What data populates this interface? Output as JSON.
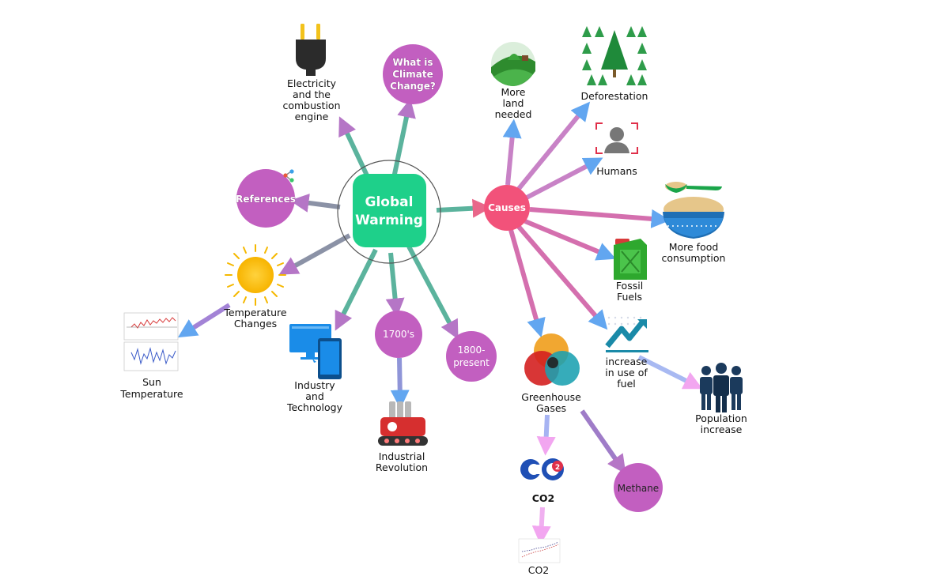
{
  "central": {
    "line1": "Global",
    "line2": "Warming"
  },
  "causes_hub": {
    "label": "Causes"
  },
  "nodes": {
    "what_is": {
      "line1": "What is",
      "line2": "Climate",
      "line3": "Change?"
    },
    "references": {
      "label": "References"
    },
    "electricity": {
      "line1": "Electricity",
      "line2": "and the",
      "line3": "combustion",
      "line4": "engine"
    },
    "temperature": {
      "line1": "Temperature",
      "line2": "Changes"
    },
    "sun_temp": {
      "line1": "Sun",
      "line2": "Temperature"
    },
    "industry": {
      "line1": "Industry",
      "line2": "and",
      "line3": "Technology"
    },
    "era_1700": {
      "label": "1700's"
    },
    "era_1800": {
      "line1": "1800-",
      "line2": "present"
    },
    "industrial": {
      "line1": "Industrial",
      "line2": "Revolution"
    },
    "more_land": {
      "line1": "More",
      "line2": "land",
      "line3": "needed"
    },
    "deforestation": {
      "label": "Deforestation"
    },
    "humans": {
      "label": "Humans"
    },
    "food": {
      "line1": "More food",
      "line2": "consumption"
    },
    "fossil": {
      "line1": "Fossil",
      "line2": "Fuels"
    },
    "fuel_use": {
      "line1": "increase",
      "line2": "in use of",
      "line3": "fuel"
    },
    "population": {
      "line1": "Population",
      "line2": "increase"
    },
    "greenhouse": {
      "line1": "Greenhouse",
      "line2": "Gases"
    },
    "co2": {
      "label": "CO2"
    },
    "co2_chart": {
      "label": "CO2"
    },
    "methane": {
      "label": "Methane"
    }
  },
  "colors": {
    "central": "#1ed08a",
    "causes": "#f2527a",
    "purple_node": "#c25fc0",
    "arrow_teal": "#3fb596",
    "arrow_purple": "#b576c6",
    "arrow_blue": "#62a6f0",
    "arrow_pink": "#f2a6f0"
  }
}
